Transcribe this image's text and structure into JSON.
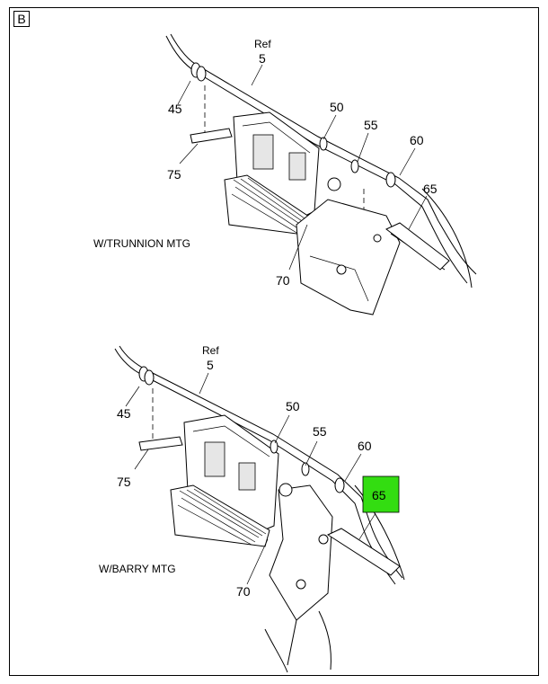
{
  "section_label": "B",
  "highlight_color": "#33dd11",
  "top_view": {
    "caption": "W/TRUNNION MTG",
    "ref_text": "Ref",
    "callouts": {
      "ref5": "5",
      "c45": "45",
      "c50": "50",
      "c55": "55",
      "c60": "60",
      "c65": "65",
      "c70": "70",
      "c75": "75"
    }
  },
  "bottom_view": {
    "caption": "W/BARRY MTG",
    "ref_text": "Ref",
    "callouts": {
      "ref5": "5",
      "c45": "45",
      "c50": "50",
      "c55": "55",
      "c60": "60",
      "c65": "65",
      "c70": "70",
      "c75": "75"
    }
  }
}
